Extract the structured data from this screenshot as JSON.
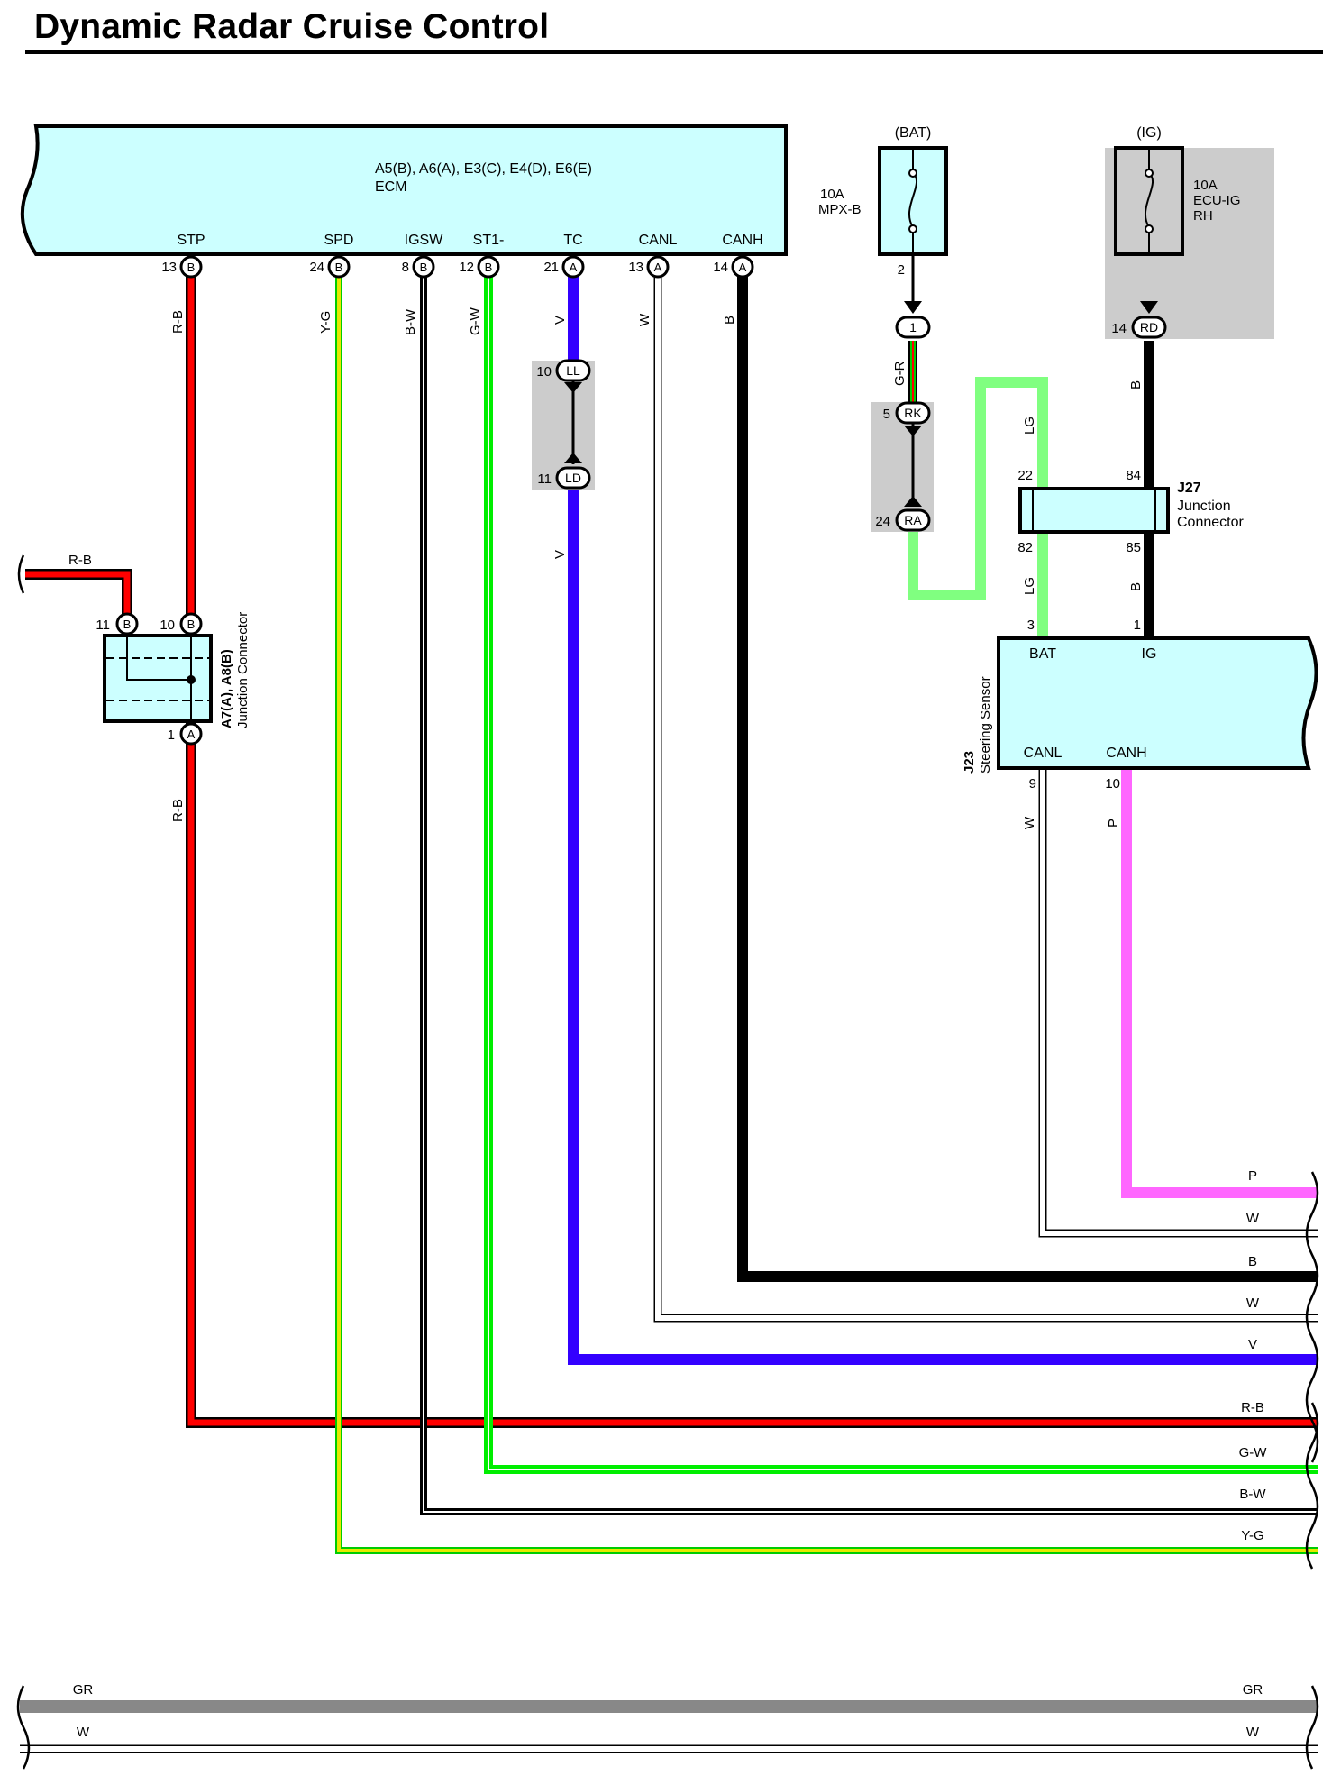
{
  "title": "Dynamic Radar Cruise Control",
  "colors": {
    "R-B": "#ff0000",
    "Y-G": "#e8e800",
    "B-W": "#000000",
    "G-W": "#00ff00",
    "V": "#3300ff",
    "W": "#ffffff",
    "B": "#000000",
    "G-R": "#00cc00",
    "LG": "#80ff80",
    "P": "#ff66ff",
    "GR": "#888888",
    "component_fill": "#ccffff",
    "shade": "#cccccc"
  },
  "ecm": {
    "connectors_label": "A5(B), A6(A), E3(C), E4(D), E6(E)",
    "name": "ECM",
    "pins": [
      {
        "label": "STP",
        "num": "13",
        "conn": "B",
        "wire": "R-B"
      },
      {
        "label": "SPD",
        "num": "24",
        "conn": "B",
        "wire": "Y-G"
      },
      {
        "label": "IGSW",
        "num": "8",
        "conn": "B",
        "wire": "B-W"
      },
      {
        "label": "ST1-",
        "num": "12",
        "conn": "B",
        "wire": "G-W"
      },
      {
        "label": "TC",
        "num": "21",
        "conn": "A",
        "wire": "V"
      },
      {
        "label": "CANL",
        "num": "13",
        "conn": "A",
        "wire": "W"
      },
      {
        "label": "CANH",
        "num": "14",
        "conn": "A",
        "wire": "B"
      }
    ]
  },
  "fuses": {
    "bat": {
      "source": "(BAT)",
      "rating": "10A",
      "name": "MPX-B",
      "out_pin": "2"
    },
    "ig": {
      "source": "(IG)",
      "rating": "10A",
      "name1": "ECU-IG",
      "name2": "RH"
    }
  },
  "inline_connectors": {
    "ll": {
      "pin": "10",
      "code": "LL"
    },
    "ld": {
      "pin": "11",
      "code": "LD"
    },
    "one": {
      "code": "1"
    },
    "rk": {
      "pin": "5",
      "code": "RK"
    },
    "ra": {
      "pin": "24",
      "code": "RA"
    },
    "rd": {
      "pin": "14",
      "code": "RD"
    }
  },
  "junction_a7": {
    "label1": "A7(A), A8(B)",
    "label2": "Junction Connector",
    "pin_in_left": {
      "num": "11",
      "conn": "B"
    },
    "pin_in_right": {
      "num": "10",
      "conn": "B"
    },
    "pin_out": {
      "num": "1",
      "conn": "A"
    }
  },
  "junction_j27": {
    "code": "J27",
    "name1": "Junction",
    "name2": "Connector",
    "pins": {
      "tl": "22",
      "tr": "84",
      "bl": "82",
      "br": "85"
    }
  },
  "steering_sensor": {
    "code": "J23",
    "name": "Steering Sensor",
    "pins": [
      {
        "label": "BAT",
        "num": "3"
      },
      {
        "label": "IG",
        "num": "1"
      },
      {
        "label": "CANL",
        "num": "9"
      },
      {
        "label": "CANH",
        "num": "10"
      }
    ]
  },
  "wire_labels": {
    "left_rb": "R-B",
    "rb": "R-B",
    "yg": "Y-G",
    "bw": "B-W",
    "gw": "G-W",
    "v": "V",
    "w": "W",
    "b": "B",
    "gr_wire": "G-R",
    "lg": "LG",
    "p": "P",
    "gr": "GR"
  },
  "right_exits": [
    "P",
    "W",
    "B",
    "W",
    "V",
    "R-B",
    "G-W",
    "B-W",
    "Y-G"
  ],
  "bottom_bus": [
    "GR",
    "W"
  ]
}
